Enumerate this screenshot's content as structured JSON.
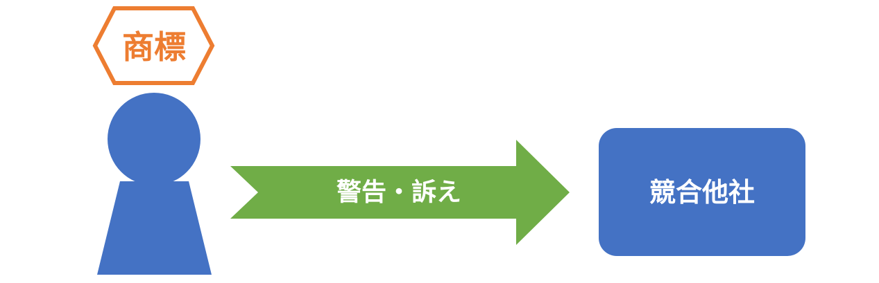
{
  "labels": {
    "trademark": "商標",
    "action": "警告・訴え",
    "competitor": "競合他社"
  },
  "colors": {
    "person": "#4472C4",
    "badge_stroke": "#ED7D31",
    "badge_text": "#ED7D31",
    "arrow": "#70AD47",
    "box": "#4472C4",
    "light_text": "#FFFFFF"
  }
}
